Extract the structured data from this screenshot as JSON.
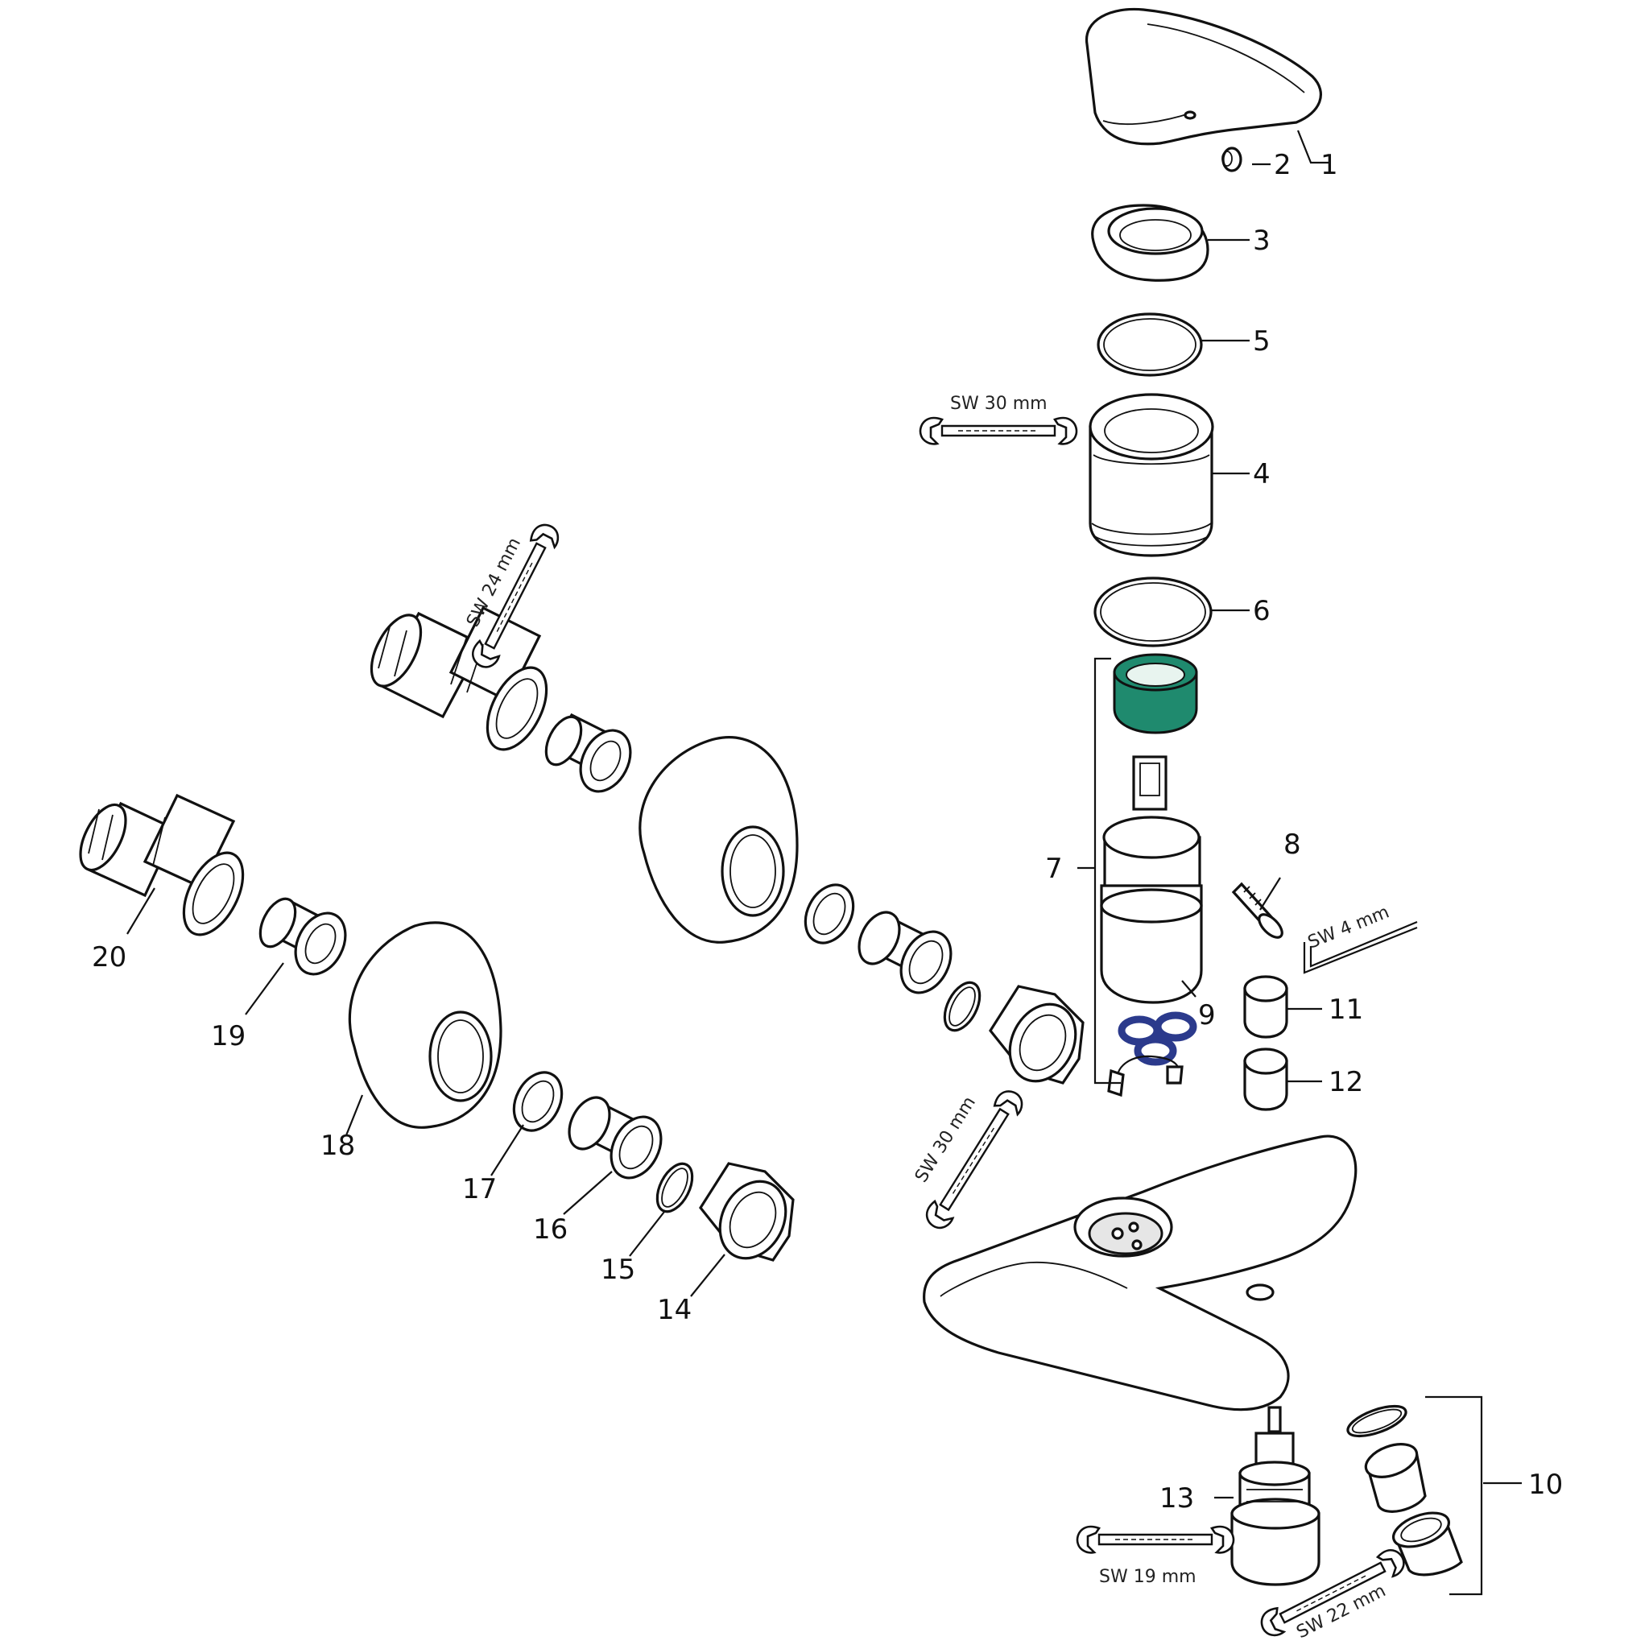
{
  "labels": {
    "p1": "1",
    "p2": "2",
    "p3": "3",
    "p4": "4",
    "p5": "5",
    "p6": "6",
    "p7": "7",
    "p8": "8",
    "p9": "9",
    "p10": "10",
    "p11": "11",
    "p12": "12",
    "p13": "13",
    "p14": "14",
    "p15": "15",
    "p16": "16",
    "p17": "17",
    "p18": "18",
    "p19": "19",
    "p20": "20"
  },
  "tools": {
    "sw30_top": "SW 30 mm",
    "sw24": "SW 24 mm",
    "sw4": "SW 4 mm",
    "sw30_mid": "SW 30 mm",
    "sw19": "SW 19 mm",
    "sw22": "SW 22 mm"
  },
  "colors": {
    "cartridge_nut": "#1f8a6e",
    "o_rings": "#2b3a8c"
  }
}
